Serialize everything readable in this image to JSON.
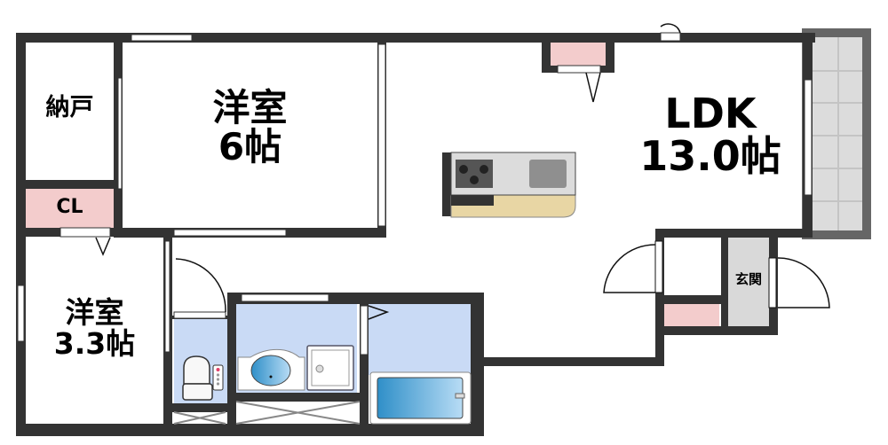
{
  "floorplan": {
    "rooms": {
      "storage": {
        "label": "納戸"
      },
      "closet": {
        "label": "CL"
      },
      "western_room_1": {
        "line1": "洋室",
        "line2": "6帖"
      },
      "ldk": {
        "line1": "LDK",
        "line2": "13.0帖"
      },
      "western_room_2": {
        "line1": "洋室",
        "line2": "3.3帖"
      },
      "entrance": {
        "label": "玄関"
      }
    },
    "colors": {
      "wall": "#333333",
      "closet_fill": "#f3cccc",
      "wet_area_fill": "#c9daf5",
      "entrance_fill": "#d9d9d9",
      "balcony_fill": "#dcdcdc",
      "balcony_frame": "#666666",
      "kitchen_counter": "#e8d6a4"
    }
  }
}
